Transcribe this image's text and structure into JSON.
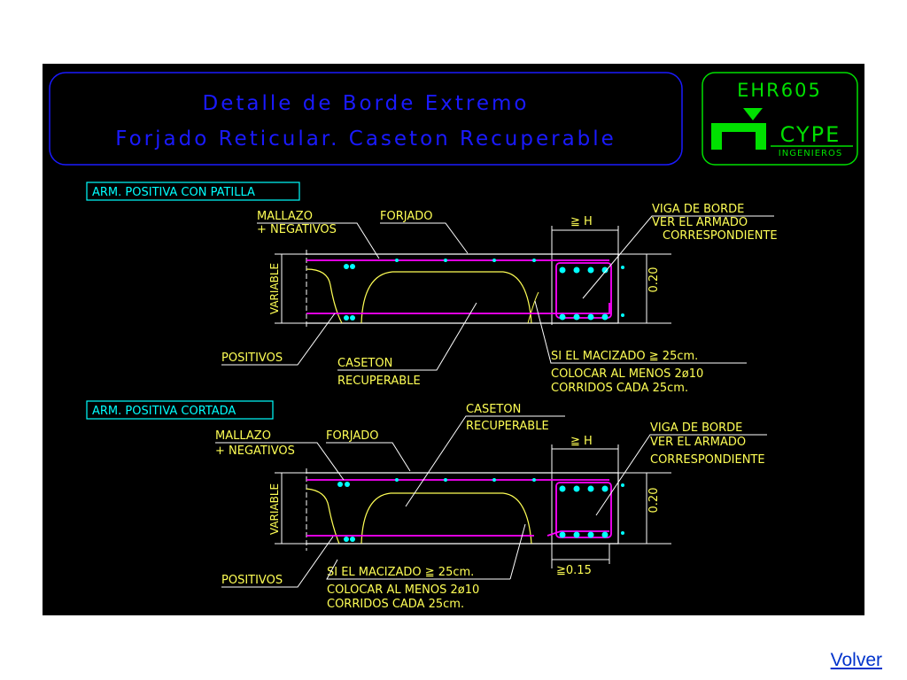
{
  "title": {
    "line1": "Detalle de Borde Extremo",
    "line2": "Forjado Reticular. Caseton Recuperable"
  },
  "logo": {
    "code": "EHR605",
    "brand": "CYPE",
    "sub": "INGENIEROS"
  },
  "detail1": {
    "heading": "ARM. POSITIVA CON PATILLA",
    "mallazo": "MALLAZO",
    "negativos": "+ NEGATIVOS",
    "forjado": "FORJADO",
    "ge_h": "≧ H",
    "viga": "VIGA DE BORDE",
    "ver": "VER EL ARMADO",
    "corresp": "CORRESPONDIENTE",
    "dim_h": "0.20",
    "variable": "VARIABLE",
    "positivos": "POSITIVOS",
    "caseton": "CASETON",
    "recuperable": "RECUPERABLE",
    "note1": "SI EL MACIZADO ≧ 25cm.",
    "note2": "COLOCAR AL MENOS 2ø10",
    "note3": "CORRIDOS CADA 25cm."
  },
  "detail2": {
    "heading": "ARM. POSITIVA CORTADA",
    "caseton": "CASETON",
    "recuperable": "RECUPERABLE",
    "mallazo": "MALLAZO",
    "negativos": "+ NEGATIVOS",
    "forjado": "FORJADO",
    "ge_h": "≧ H",
    "viga": "VIGA DE BORDE",
    "ver": "VER EL ARMADO",
    "corresp": "CORRESPONDIENTE",
    "dim_h": "0.20",
    "variable": "VARIABLE",
    "positivos": "POSITIVOS",
    "note1": "SI EL MACIZADO ≧ 25cm.",
    "note2": "COLOCAR AL MENOS 2ø10",
    "note3": "CORRIDOS CADA 25cm.",
    "dim_015": "≧0.15"
  },
  "nav": {
    "volver": "Volver"
  },
  "colors": {
    "background": "#000000",
    "title_blue": "#1a1aff",
    "logo_green": "#00e000",
    "cyan": "#00ffff",
    "magenta": "#ff00ff",
    "yellow": "#ffff55",
    "white": "#ffffff"
  }
}
